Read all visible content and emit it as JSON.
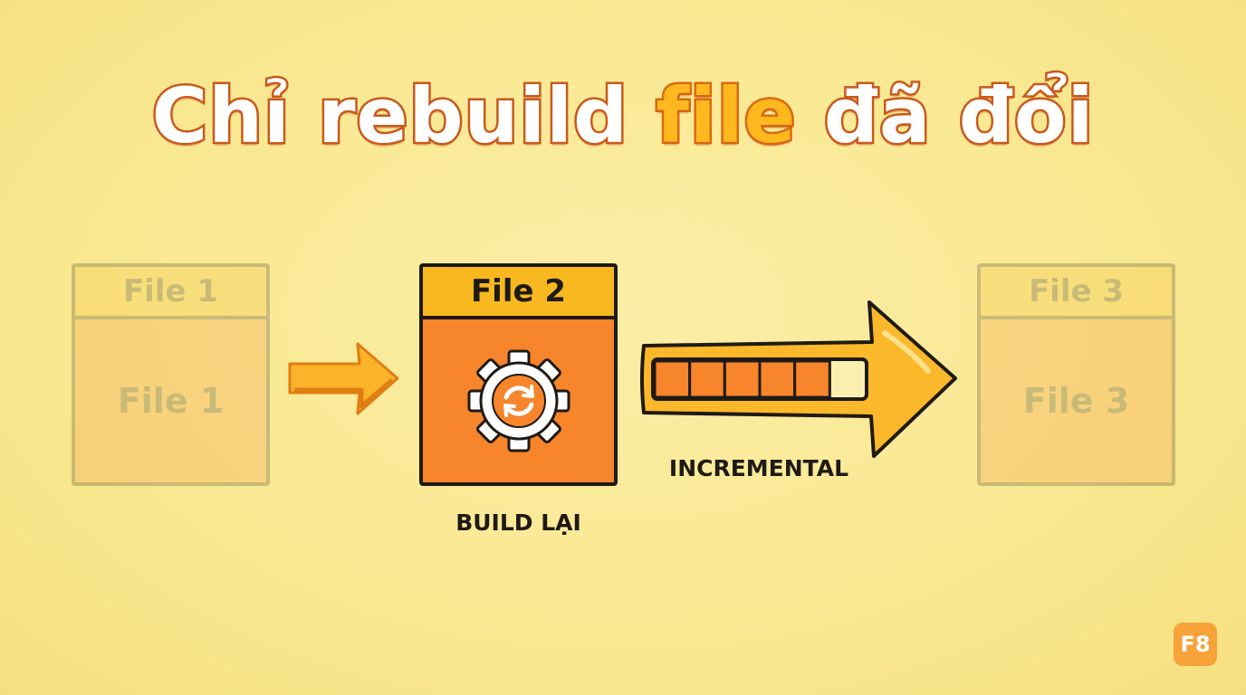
{
  "title": {
    "part1": "Chỉ rebuild ",
    "highlight": "file",
    "part2": " đã đổi"
  },
  "files": [
    {
      "header": "File 1",
      "body": "File 1",
      "state": "faded"
    },
    {
      "header": "File 2",
      "body": "",
      "state": "active",
      "icon": "gear-sync-icon"
    },
    {
      "header": "File 3",
      "body": "File 3",
      "state": "faded"
    }
  ],
  "labels": {
    "build": "BUILD LẠI",
    "incremental": "INCREMENTAL"
  },
  "progress": {
    "filled_segments": 5,
    "total_segments": 6
  },
  "logo": "F8",
  "colors": {
    "background": "#fbeea6",
    "header": "#f7b820",
    "body": "#f7852b",
    "outline": "#1f1a14",
    "arrow": "#fbb82a"
  }
}
